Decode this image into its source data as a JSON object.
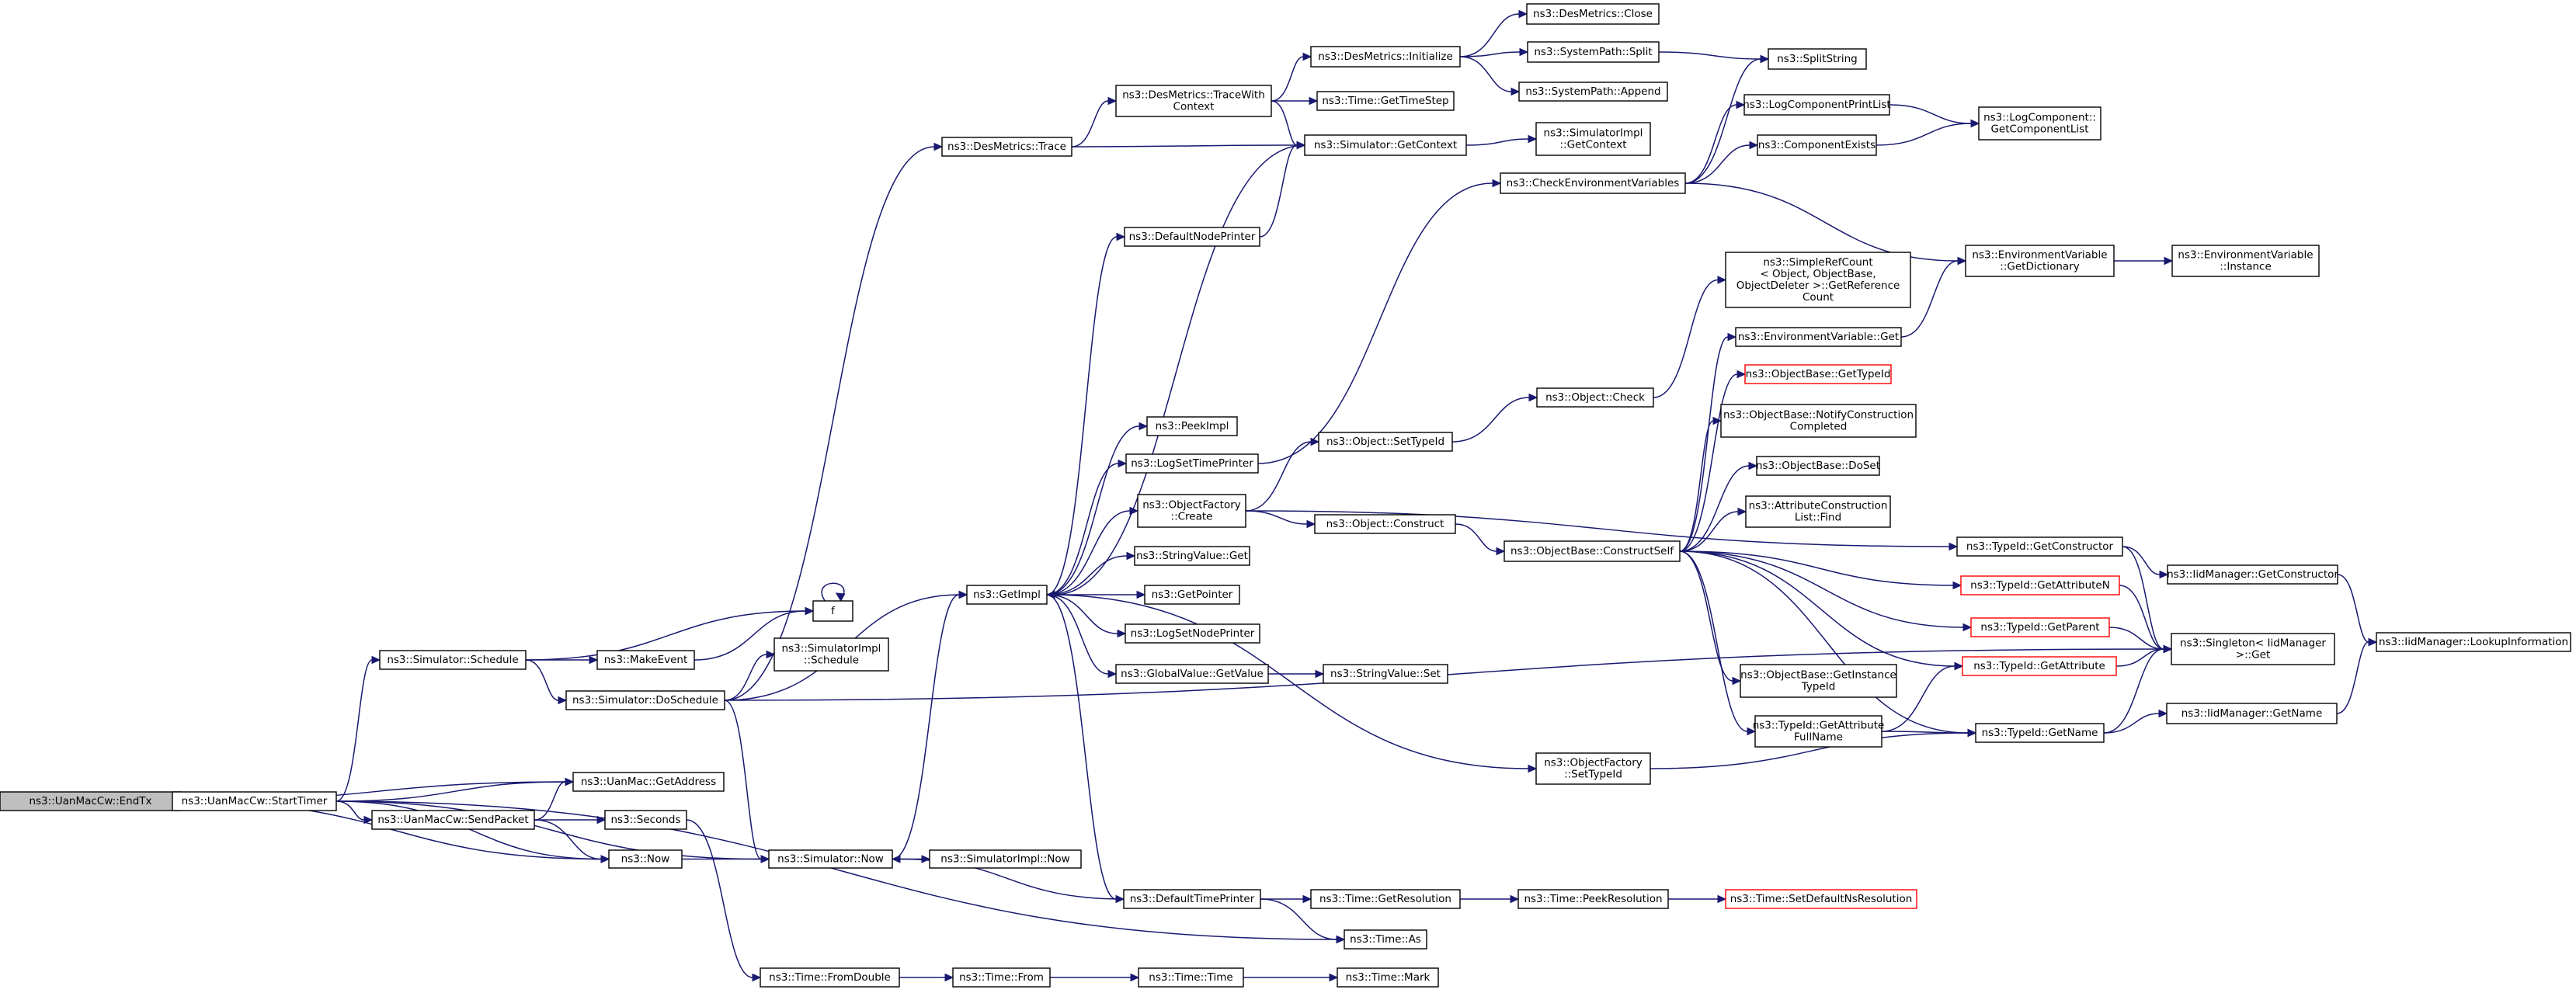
{
  "graph": {
    "root": "ns3::UanMacCw::EndTx",
    "edge_color": "#191970",
    "node_fill": "#ffffff",
    "root_fill": "#bfbfbf",
    "truncated_border_color": "#ff0000",
    "nodes": [
      {
        "id": "endtx",
        "lines": [
          "ns3::UanMacCw::EndTx"
        ],
        "root": true
      },
      {
        "id": "starttimer",
        "lines": [
          "ns3::UanMacCw::StartTimer"
        ]
      },
      {
        "id": "getaddress",
        "lines": [
          "ns3::UanMac::GetAddress"
        ]
      },
      {
        "id": "sendpacket",
        "lines": [
          "ns3::UanMacCw::SendPacket"
        ]
      },
      {
        "id": "now",
        "lines": [
          "ns3::Now"
        ]
      },
      {
        "id": "seconds",
        "lines": [
          "ns3::Seconds"
        ]
      },
      {
        "id": "sim_schedule",
        "lines": [
          "ns3::Simulator::Schedule"
        ]
      },
      {
        "id": "sim_doschedule",
        "lines": [
          "ns3::Simulator::DoSchedule"
        ]
      },
      {
        "id": "makeevent",
        "lines": [
          "ns3::MakeEvent"
        ]
      },
      {
        "id": "f",
        "lines": [
          "f"
        ]
      },
      {
        "id": "simimpl_schedule",
        "lines": [
          "ns3::SimulatorImpl",
          "::Schedule"
        ]
      },
      {
        "id": "sim_now",
        "lines": [
          "ns3::Simulator::Now"
        ]
      },
      {
        "id": "simimpl_now",
        "lines": [
          "ns3::SimulatorImpl::Now"
        ]
      },
      {
        "id": "time_fromdouble",
        "lines": [
          "ns3::Time::FromDouble"
        ]
      },
      {
        "id": "time_from",
        "lines": [
          "ns3::Time::From"
        ]
      },
      {
        "id": "time_time",
        "lines": [
          "ns3::Time::Time"
        ]
      },
      {
        "id": "time_mark",
        "lines": [
          "ns3::Time::Mark"
        ]
      },
      {
        "id": "getimpl",
        "lines": [
          "ns3::GetImpl"
        ]
      },
      {
        "id": "desmetrics_trace",
        "lines": [
          "ns3::DesMetrics::Trace"
        ]
      },
      {
        "id": "desmetrics_tracewith",
        "lines": [
          "ns3::DesMetrics::TraceWith",
          "Context"
        ]
      },
      {
        "id": "desmetrics_init",
        "lines": [
          "ns3::DesMetrics::Initialize"
        ]
      },
      {
        "id": "desmetrics_close",
        "lines": [
          "ns3::DesMetrics::Close"
        ]
      },
      {
        "id": "systempath_split",
        "lines": [
          "ns3::SystemPath::Split"
        ]
      },
      {
        "id": "systempath_append",
        "lines": [
          "ns3::SystemPath::Append"
        ]
      },
      {
        "id": "splitstring",
        "lines": [
          "ns3::SplitString"
        ]
      },
      {
        "id": "time_gettimestep",
        "lines": [
          "ns3::Time::GetTimeStep"
        ]
      },
      {
        "id": "sim_getcontext",
        "lines": [
          "ns3::Simulator::GetContext"
        ]
      },
      {
        "id": "simimpl_getcontext",
        "lines": [
          "ns3::SimulatorImpl",
          "::GetContext"
        ]
      },
      {
        "id": "logcomp_printlist",
        "lines": [
          "ns3::LogComponentPrintList"
        ]
      },
      {
        "id": "logcomp_getlist",
        "lines": [
          "ns3::LogComponent::",
          "GetComponentList"
        ]
      },
      {
        "id": "compexists",
        "lines": [
          "ns3::ComponentExists"
        ]
      },
      {
        "id": "checkenv",
        "lines": [
          "ns3::CheckEnvironmentVariables"
        ]
      },
      {
        "id": "envvar_getdict",
        "lines": [
          "ns3::EnvironmentVariable",
          "::GetDictionary"
        ]
      },
      {
        "id": "envvar_instance",
        "lines": [
          "ns3::EnvironmentVariable",
          "::Instance"
        ]
      },
      {
        "id": "defaultnodeprinter",
        "lines": [
          "ns3::DefaultNodePrinter"
        ]
      },
      {
        "id": "peekimpl",
        "lines": [
          "ns3::PeekImpl"
        ]
      },
      {
        "id": "logsettimeprinter",
        "lines": [
          "ns3::LogSetTimePrinter"
        ]
      },
      {
        "id": "objfactory_create",
        "lines": [
          "ns3::ObjectFactory",
          "::Create"
        ]
      },
      {
        "id": "stringvalue_get",
        "lines": [
          "ns3::StringValue::Get"
        ]
      },
      {
        "id": "getpointer",
        "lines": [
          "ns3::GetPointer"
        ]
      },
      {
        "id": "logsetnodeprinter",
        "lines": [
          "ns3::LogSetNodePrinter"
        ]
      },
      {
        "id": "globalvalue_getvalue",
        "lines": [
          "ns3::GlobalValue::GetValue"
        ]
      },
      {
        "id": "stringvalue_set",
        "lines": [
          "ns3::StringValue::Set"
        ]
      },
      {
        "id": "object_settypeid",
        "lines": [
          "ns3::Object::SetTypeId"
        ]
      },
      {
        "id": "object_construct",
        "lines": [
          "ns3::Object::Construct"
        ]
      },
      {
        "id": "object_check",
        "lines": [
          "ns3::Object::Check"
        ]
      },
      {
        "id": "simplerefcount",
        "lines": [
          "ns3::SimpleRefCount",
          "< Object, ObjectBase,",
          "ObjectDeleter >::GetReference",
          "Count"
        ]
      },
      {
        "id": "envvar_get",
        "lines": [
          "ns3::EnvironmentVariable::Get"
        ]
      },
      {
        "id": "objbase_gettypeid",
        "lines": [
          "ns3::ObjectBase::GetTypeId"
        ],
        "red": true
      },
      {
        "id": "objbase_notify",
        "lines": [
          "ns3::ObjectBase::NotifyConstruction",
          "Completed"
        ]
      },
      {
        "id": "objbase_doset",
        "lines": [
          "ns3::ObjectBase::DoSet"
        ]
      },
      {
        "id": "attrconstr_find",
        "lines": [
          "ns3::AttributeConstruction",
          "List::Find"
        ]
      },
      {
        "id": "objbase_constructself",
        "lines": [
          "ns3::ObjectBase::ConstructSelf"
        ]
      },
      {
        "id": "objbase_getinstancetypeid",
        "lines": [
          "ns3::ObjectBase::GetInstance",
          "TypeId"
        ]
      },
      {
        "id": "typeid_getattrfullname",
        "lines": [
          "ns3::TypeId::GetAttribute",
          "FullName"
        ]
      },
      {
        "id": "objfactory_settypeid",
        "lines": [
          "ns3::ObjectFactory",
          "::SetTypeId"
        ]
      },
      {
        "id": "defaulttimeprinter",
        "lines": [
          "ns3::DefaultTimePrinter"
        ]
      },
      {
        "id": "time_getresolution",
        "lines": [
          "ns3::Time::GetResolution"
        ]
      },
      {
        "id": "time_peekresolution",
        "lines": [
          "ns3::Time::PeekResolution"
        ]
      },
      {
        "id": "time_setdefaultns",
        "lines": [
          "ns3::Time::SetDefaultNsResolution"
        ],
        "red": true
      },
      {
        "id": "time_as",
        "lines": [
          "ns3::Time::As"
        ]
      },
      {
        "id": "typeid_getconstructor",
        "lines": [
          "ns3::TypeId::GetConstructor"
        ]
      },
      {
        "id": "typeid_getattributen",
        "lines": [
          "ns3::TypeId::GetAttributeN"
        ],
        "red": true
      },
      {
        "id": "typeid_getparent",
        "lines": [
          "ns3::TypeId::GetParent"
        ],
        "red": true
      },
      {
        "id": "typeid_getattribute",
        "lines": [
          "ns3::TypeId::GetAttribute"
        ],
        "red": true
      },
      {
        "id": "typeid_getname",
        "lines": [
          "ns3::TypeId::GetName"
        ]
      },
      {
        "id": "iidmgr_getconstructor",
        "lines": [
          "ns3::IidManager::GetConstructor"
        ]
      },
      {
        "id": "singleton_get",
        "lines": [
          "ns3::Singleton< IidManager",
          ">::Get"
        ]
      },
      {
        "id": "iidmgr_getname",
        "lines": [
          "ns3::IidManager::GetName"
        ]
      },
      {
        "id": "iidmgr_lookup",
        "lines": [
          "ns3::IidManager::LookupInformation"
        ]
      }
    ],
    "edges": [
      [
        "endtx",
        "starttimer"
      ],
      [
        "endtx",
        "getaddress"
      ],
      [
        "endtx",
        "now"
      ],
      [
        "starttimer",
        "getaddress"
      ],
      [
        "starttimer",
        "sendpacket"
      ],
      [
        "starttimer",
        "now"
      ],
      [
        "starttimer",
        "sim_now"
      ],
      [
        "starttimer",
        "sim_schedule"
      ],
      [
        "starttimer",
        "time_as"
      ],
      [
        "sendpacket",
        "getaddress"
      ],
      [
        "sendpacket",
        "now"
      ],
      [
        "sendpacket",
        "seconds"
      ],
      [
        "seconds",
        "time_fromdouble"
      ],
      [
        "now",
        "sim_now"
      ],
      [
        "sim_schedule",
        "f"
      ],
      [
        "sim_schedule",
        "makeevent"
      ],
      [
        "sim_schedule",
        "sim_doschedule"
      ],
      [
        "makeevent",
        "f"
      ],
      [
        "f",
        "f"
      ],
      [
        "sim_doschedule",
        "simimpl_schedule"
      ],
      [
        "sim_doschedule",
        "desmetrics_trace"
      ],
      [
        "sim_doschedule",
        "getimpl"
      ],
      [
        "sim_doschedule",
        "sim_now"
      ],
      [
        "sim_doschedule",
        "singleton_get"
      ],
      [
        "sim_now",
        "getimpl"
      ],
      [
        "sim_now",
        "simimpl_now"
      ],
      [
        "time_fromdouble",
        "time_from"
      ],
      [
        "time_from",
        "time_time"
      ],
      [
        "time_time",
        "time_mark"
      ],
      [
        "desmetrics_trace",
        "desmetrics_tracewith"
      ],
      [
        "desmetrics_trace",
        "sim_getcontext"
      ],
      [
        "desmetrics_tracewith",
        "desmetrics_init"
      ],
      [
        "desmetrics_tracewith",
        "time_gettimestep"
      ],
      [
        "desmetrics_tracewith",
        "sim_getcontext"
      ],
      [
        "desmetrics_init",
        "desmetrics_close"
      ],
      [
        "desmetrics_init",
        "systempath_split"
      ],
      [
        "desmetrics_init",
        "systempath_append"
      ],
      [
        "systempath_split",
        "splitstring"
      ],
      [
        "sim_getcontext",
        "simimpl_getcontext"
      ],
      [
        "sim_getcontext",
        "getimpl"
      ],
      [
        "getimpl",
        "defaultnodeprinter"
      ],
      [
        "getimpl",
        "peekimpl"
      ],
      [
        "getimpl",
        "logsettimeprinter"
      ],
      [
        "getimpl",
        "objfactory_create"
      ],
      [
        "getimpl",
        "stringvalue_get"
      ],
      [
        "getimpl",
        "getpointer"
      ],
      [
        "getimpl",
        "logsetnodeprinter"
      ],
      [
        "getimpl",
        "globalvalue_getvalue"
      ],
      [
        "getimpl",
        "objfactory_settypeid"
      ],
      [
        "getimpl",
        "defaulttimeprinter"
      ],
      [
        "defaultnodeprinter",
        "sim_getcontext"
      ],
      [
        "logsettimeprinter",
        "checkenv"
      ],
      [
        "checkenv",
        "splitstring"
      ],
      [
        "checkenv",
        "logcomp_printlist"
      ],
      [
        "checkenv",
        "compexists"
      ],
      [
        "checkenv",
        "envvar_getdict"
      ],
      [
        "logcomp_printlist",
        "logcomp_getlist"
      ],
      [
        "compexists",
        "logcomp_getlist"
      ],
      [
        "envvar_getdict",
        "envvar_instance"
      ],
      [
        "objfactory_create",
        "object_settypeid"
      ],
      [
        "objfactory_create",
        "object_construct"
      ],
      [
        "objfactory_create",
        "typeid_getconstructor"
      ],
      [
        "globalvalue_getvalue",
        "stringvalue_set"
      ],
      [
        "object_settypeid",
        "object_check"
      ],
      [
        "object_check",
        "simplerefcount"
      ],
      [
        "object_construct",
        "objbase_constructself"
      ],
      [
        "objbase_constructself",
        "envvar_get"
      ],
      [
        "objbase_constructself",
        "objbase_gettypeid"
      ],
      [
        "objbase_constructself",
        "objbase_notify"
      ],
      [
        "objbase_constructself",
        "objbase_doset"
      ],
      [
        "objbase_constructself",
        "attrconstr_find"
      ],
      [
        "objbase_constructself",
        "objbase_getinstancetypeid"
      ],
      [
        "objbase_constructself",
        "typeid_getattrfullname"
      ],
      [
        "objbase_constructself",
        "typeid_getattributen"
      ],
      [
        "objbase_constructself",
        "typeid_getparent"
      ],
      [
        "objbase_constructself",
        "typeid_getattribute"
      ],
      [
        "objbase_constructself",
        "typeid_getname"
      ],
      [
        "envvar_get",
        "envvar_getdict"
      ],
      [
        "typeid_getattrfullname",
        "typeid_getattribute"
      ],
      [
        "typeid_getattrfullname",
        "typeid_getname"
      ],
      [
        "objfactory_settypeid",
        "typeid_getname"
      ],
      [
        "defaulttimeprinter",
        "sim_now"
      ],
      [
        "defaulttimeprinter",
        "time_getresolution"
      ],
      [
        "defaulttimeprinter",
        "time_as"
      ],
      [
        "time_getresolution",
        "time_peekresolution"
      ],
      [
        "time_peekresolution",
        "time_setdefaultns"
      ],
      [
        "typeid_getconstructor",
        "iidmgr_getconstructor"
      ],
      [
        "typeid_getconstructor",
        "singleton_get"
      ],
      [
        "typeid_getattributen",
        "singleton_get"
      ],
      [
        "typeid_getparent",
        "singleton_get"
      ],
      [
        "typeid_getattribute",
        "singleton_get"
      ],
      [
        "typeid_getname",
        "singleton_get"
      ],
      [
        "typeid_getname",
        "iidmgr_getname"
      ],
      [
        "iidmgr_getconstructor",
        "iidmgr_lookup"
      ],
      [
        "iidmgr_getname",
        "iidmgr_lookup"
      ]
    ]
  }
}
